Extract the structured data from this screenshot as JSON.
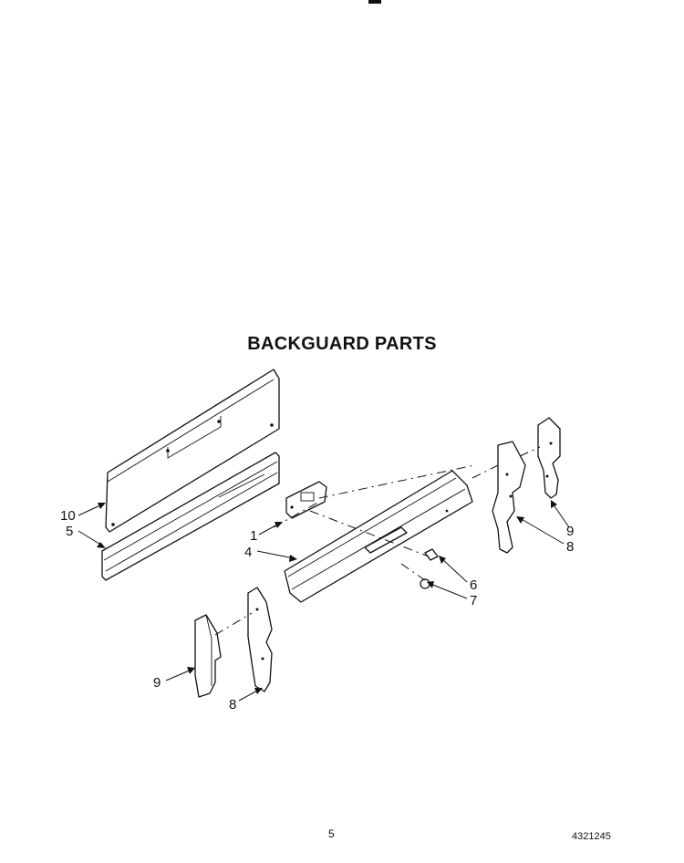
{
  "title": "BACKGUARD PARTS",
  "page_number": "5",
  "doc_number": "4321245",
  "callouts": {
    "c10": "10",
    "c5": "5",
    "c1": "1",
    "c4": "4",
    "c6": "6",
    "c7": "7",
    "c9_right": "9",
    "c8_right": "8",
    "c9_left": "9",
    "c8_left": "8"
  }
}
